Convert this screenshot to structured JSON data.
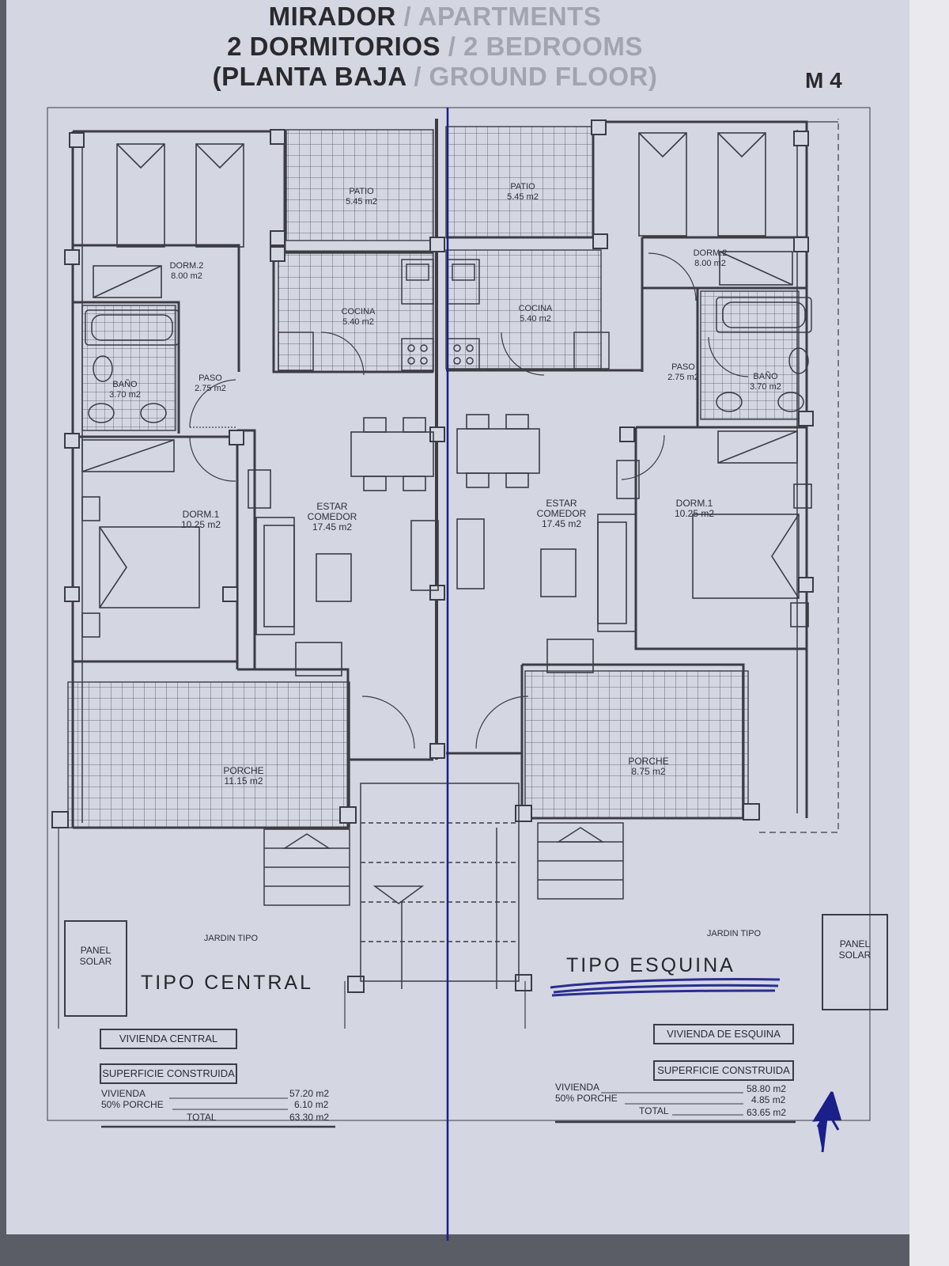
{
  "header": {
    "line1_dark": "MIRADOR",
    "line1_light": "/ APARTMENTS",
    "line2_dark": "2 DORMITORIOS",
    "line2_light": "/ 2 BEDROOMS",
    "line3_dark": "(PLANTA BAJA",
    "line3_light": "/ GROUND FLOOR)",
    "sheet_code": "M 4"
  },
  "rooms": {
    "left_patio": "PATIO\n5.45 m2",
    "right_patio": "PATIO\n5.45 m2",
    "left_dorm2": "DORM.2\n8.00 m2",
    "right_dorm2": "DORM.2\n8.00 m2",
    "left_cocina": "COCINA\n5.40 m2",
    "right_cocina": "COCINA\n5.40 m2",
    "left_bano": "BAÑO\n3.70 m2",
    "right_bano": "BAÑO\n3.70 m2",
    "left_paso": "PASO\n2.75 m2",
    "right_paso": "PASO\n2.75 m2",
    "left_dorm1": "DORM.1\n10.25 m2",
    "right_dorm1": "DORM.1\n10.25 m2",
    "left_estar": "ESTAR\nCOMEDOR\n17.45 m2",
    "right_estar": "ESTAR\nCOMEDOR\n17.45 m2",
    "left_porche": "PORCHE\n11.15 m2",
    "right_porche": "PORCHE\n8.75 m2",
    "left_jardin": "JARDIN TIPO",
    "right_jardin": "JARDIN TIPO"
  },
  "left_unit": {
    "tipo": "TIPO  CENTRAL",
    "solar": "PANEL\nSOLAR",
    "vivienda_box": "VIVIENDA CENTRAL",
    "superficie_box": "SUPERFICIE CONSTRUIDA",
    "row1_label": "VIVIENDA",
    "row1_value": "57.20  m2",
    "row2_label": "50% PORCHE",
    "row2_value": "6.10  m2",
    "total_label": "TOTAL",
    "total_value": "63.30  m2"
  },
  "right_unit": {
    "tipo": "TIPO  ESQUINA",
    "solar": "PANEL\nSOLAR",
    "vivienda_box": "VIVIENDA DE ESQUINA",
    "superficie_box": "SUPERFICIE CONSTRUIDA",
    "row1_label": "VIVIENDA",
    "row1_value": "58.80  m2",
    "row2_label": "50% PORCHE",
    "row2_value": "4.85  m2",
    "total_label": "TOTAL",
    "total_value": "63.65  m2"
  },
  "colors": {
    "paper": "#d4d6e2",
    "ink": "#3b3c44",
    "pen_blue": "#1b1f8a"
  }
}
